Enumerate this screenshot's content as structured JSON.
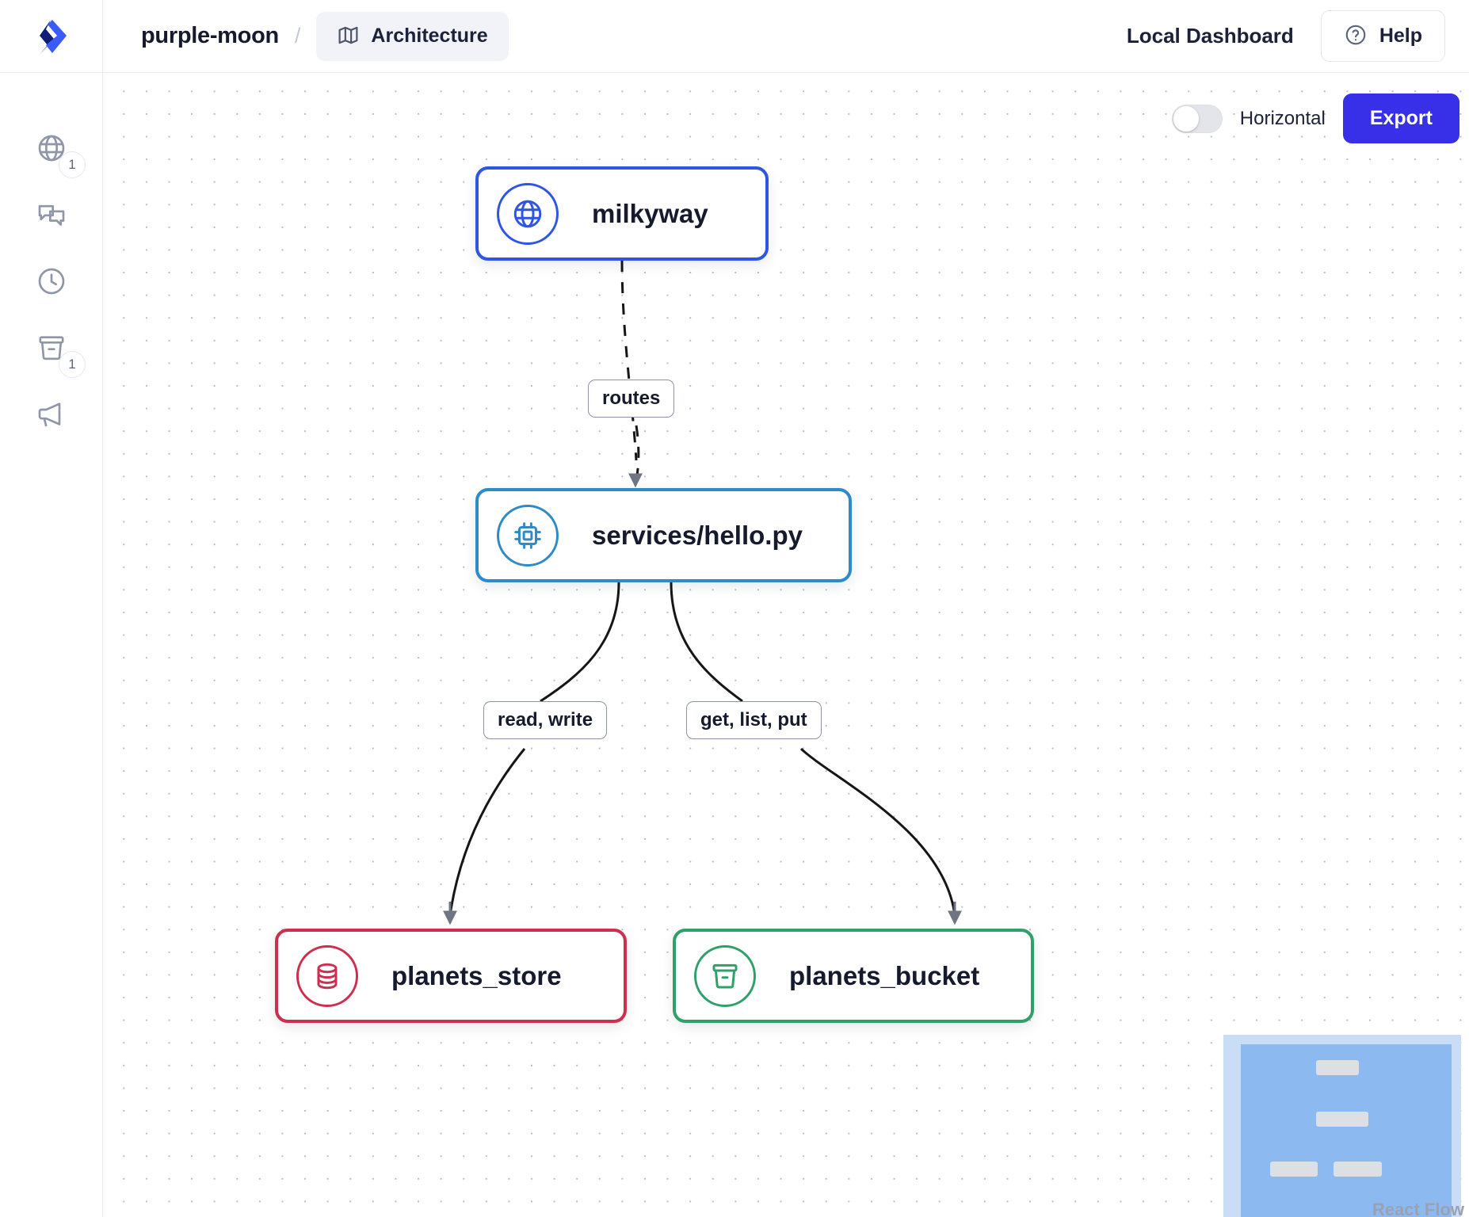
{
  "header": {
    "logo_icon": "diamond-logo-icon",
    "brand": "purple-moon",
    "separator": "/",
    "tab": {
      "icon": "map-icon",
      "label": "Architecture"
    },
    "dashboard_title": "Local Dashboard",
    "help": {
      "icon": "question-circle-icon",
      "label": "Help"
    }
  },
  "sidebar": {
    "items": [
      {
        "icon": "globe-icon",
        "name": "sidebar-item-endpoints",
        "badge": "1"
      },
      {
        "icon": "chat-icon",
        "name": "sidebar-item-messages",
        "badge": ""
      },
      {
        "icon": "clock-icon",
        "name": "sidebar-item-schedules",
        "badge": ""
      },
      {
        "icon": "bucket-icon",
        "name": "sidebar-item-storage",
        "badge": "1"
      },
      {
        "icon": "megaphone-icon",
        "name": "sidebar-item-topics",
        "badge": ""
      }
    ]
  },
  "toolbar": {
    "toggle": {
      "label": "Horizontal",
      "state": "off"
    },
    "export_label": "Export"
  },
  "graph": {
    "nodes": [
      {
        "id": "milkyway",
        "label": "milkyway",
        "icon": "globe-icon",
        "color": "#2F55E4"
      },
      {
        "id": "services_hello",
        "label": "services/hello.py",
        "icon": "cpu-chip-icon",
        "color": "#2E8BC8"
      },
      {
        "id": "planets_store",
        "label": "planets_store",
        "icon": "database-icon",
        "color": "#CE2F50"
      },
      {
        "id": "planets_bucket",
        "label": "planets_bucket",
        "icon": "bucket-icon",
        "color": "#2FA06A"
      }
    ],
    "edges": [
      {
        "from": "milkyway",
        "to": "services_hello",
        "label": "routes",
        "style": "dashed"
      },
      {
        "from": "services_hello",
        "to": "planets_store",
        "label": "read, write",
        "style": "solid"
      },
      {
        "from": "services_hello",
        "to": "planets_bucket",
        "label": "get, list, put",
        "style": "solid"
      }
    ]
  },
  "minimap": {
    "attribution": "React Flow"
  }
}
